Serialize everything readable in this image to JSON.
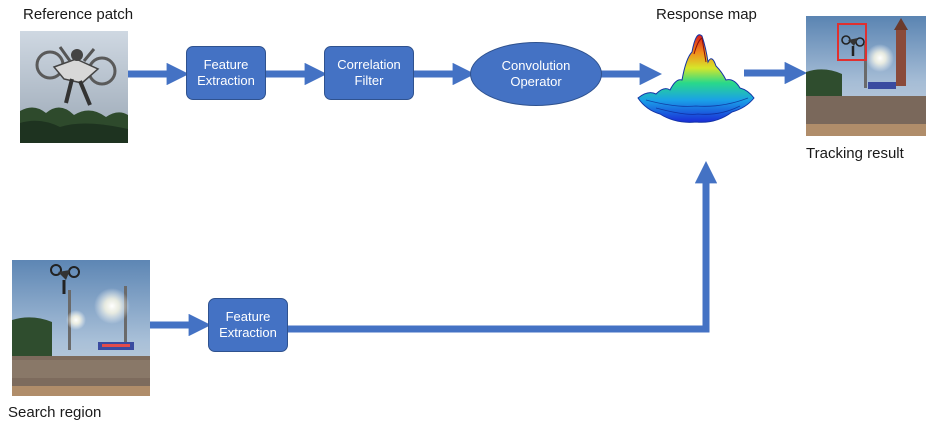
{
  "labels": {
    "reference_patch": "Reference patch",
    "response_map": "Response map",
    "tracking_result": "Tracking result",
    "search_region": "Search region"
  },
  "nodes": {
    "feature_extraction_top": [
      "Feature",
      "Extraction"
    ],
    "correlation_filter": [
      "Correlation",
      "Filter"
    ],
    "convolution_operator": [
      "Convolution",
      "Operator"
    ],
    "feature_extraction_bottom": [
      "Feature",
      "Extraction"
    ]
  },
  "colors": {
    "node_fill": "#4472c4",
    "node_border": "#2f528f",
    "arrow": "#4472c4",
    "box_highlight": "#e0302f"
  },
  "images": {
    "reference_patch": "motocross-rider-closeup",
    "search_region": "motocross-rider-over-stadium",
    "tracking_result": "stadium-scene-with-red-box",
    "response_map": "3d-response-peak-surface"
  }
}
